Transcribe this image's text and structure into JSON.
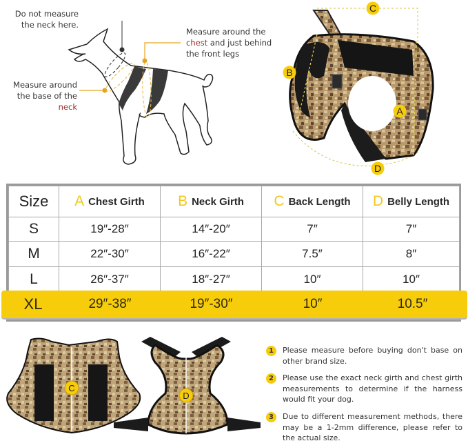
{
  "diagram": {
    "annotations": {
      "no_neck": "Do not measure the neck here.",
      "chest_pre": "Measure around the",
      "chest_word": "chest",
      "chest_post": "and just behind the front legs",
      "neck_pre": "Measure around the base of the",
      "neck_word": "neck"
    },
    "harness_labels": [
      "A",
      "B",
      "C",
      "D"
    ]
  },
  "size_table": {
    "headers": [
      {
        "letter": "",
        "label": "Size"
      },
      {
        "letter": "A",
        "label": "Chest Girth"
      },
      {
        "letter": "B",
        "label": "Neck Girth"
      },
      {
        "letter": "C",
        "label": "Back Length"
      },
      {
        "letter": "D",
        "label": "Belly Length"
      }
    ],
    "rows": [
      {
        "size": "S",
        "chest": "19″-28″",
        "neck": "14″-20″",
        "back": "7″",
        "belly": "7″"
      },
      {
        "size": "M",
        "chest": "22″-30″",
        "neck": "16″-22″",
        "back": "7.5″",
        "belly": "8″"
      },
      {
        "size": "L",
        "chest": "26″-37″",
        "neck": "18″-27″",
        "back": "10″",
        "belly": "10″"
      },
      {
        "size": "XL",
        "chest": "29″-38″",
        "neck": "19″-30″",
        "back": "10″",
        "belly": "10.5″"
      }
    ],
    "highlighted_size": "XL",
    "highlight_color": "#f7cc0b",
    "letter_color": "#f2c81b"
  },
  "flat_labels": {
    "back": "C",
    "belly": "D"
  },
  "notes": [
    {
      "num": "1",
      "text": "Please measure before buying don't base on other brand size."
    },
    {
      "num": "2",
      "text": "Please use the exact neck girth and chest girth measurements to determine if the harness would fit your dog."
    },
    {
      "num": "3",
      "text": "Due to different measurement methods, there may be a 1-2mm difference, please refer to the actual size."
    }
  ]
}
